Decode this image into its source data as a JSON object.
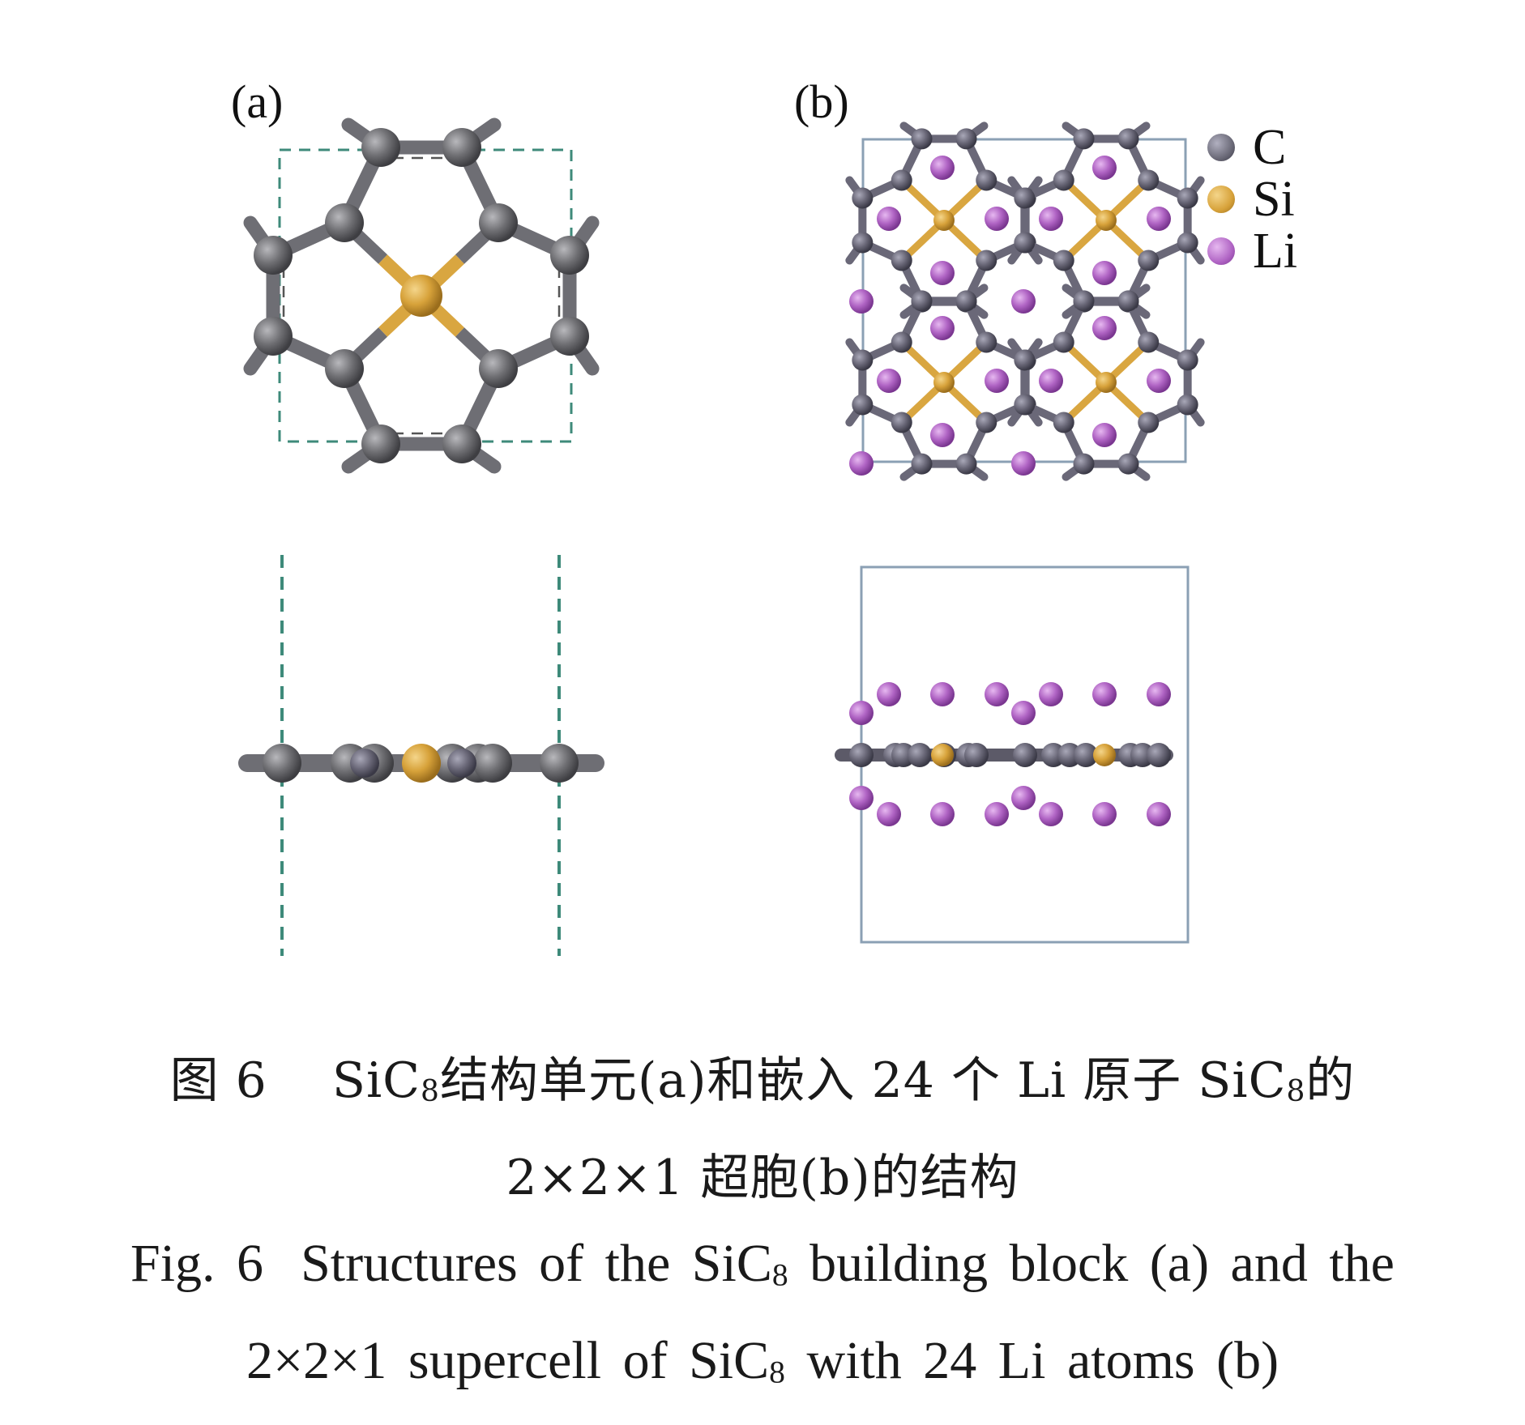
{
  "panels": {
    "a_label": "(a)",
    "b_label": "(b)"
  },
  "legend": [
    {
      "symbol": "C",
      "color": "#6b6a78"
    },
    {
      "symbol": "Si",
      "color": "#d9a640"
    },
    {
      "symbol": "Li",
      "color": "#b064c4"
    }
  ],
  "colors": {
    "carbon": "#6e6e74",
    "silicon": "#d9a640",
    "lithium": "#b064c4",
    "cell_dash": "#3e8a7a",
    "cell_box": "#8ba0b4"
  },
  "caption": {
    "cn_line1": {
      "fig": "图 6",
      "part1": "SiC",
      "sub1": "8",
      "part2": "结构单元(a)和嵌入 24 个 Li 原子 SiC",
      "sub2": "8",
      "part3": "的"
    },
    "cn_line2": "2×2×1 超胞(b)的结构",
    "en_line1": {
      "fig": "Fig. 6",
      "part1": "Structures of the SiC",
      "sub1": "8",
      "part2": " building block (a) and the"
    },
    "en_line2": {
      "part1": "2×2×1 supercell of SiC",
      "sub1": "8",
      "part2": " with 24 Li atoms (b)"
    }
  }
}
